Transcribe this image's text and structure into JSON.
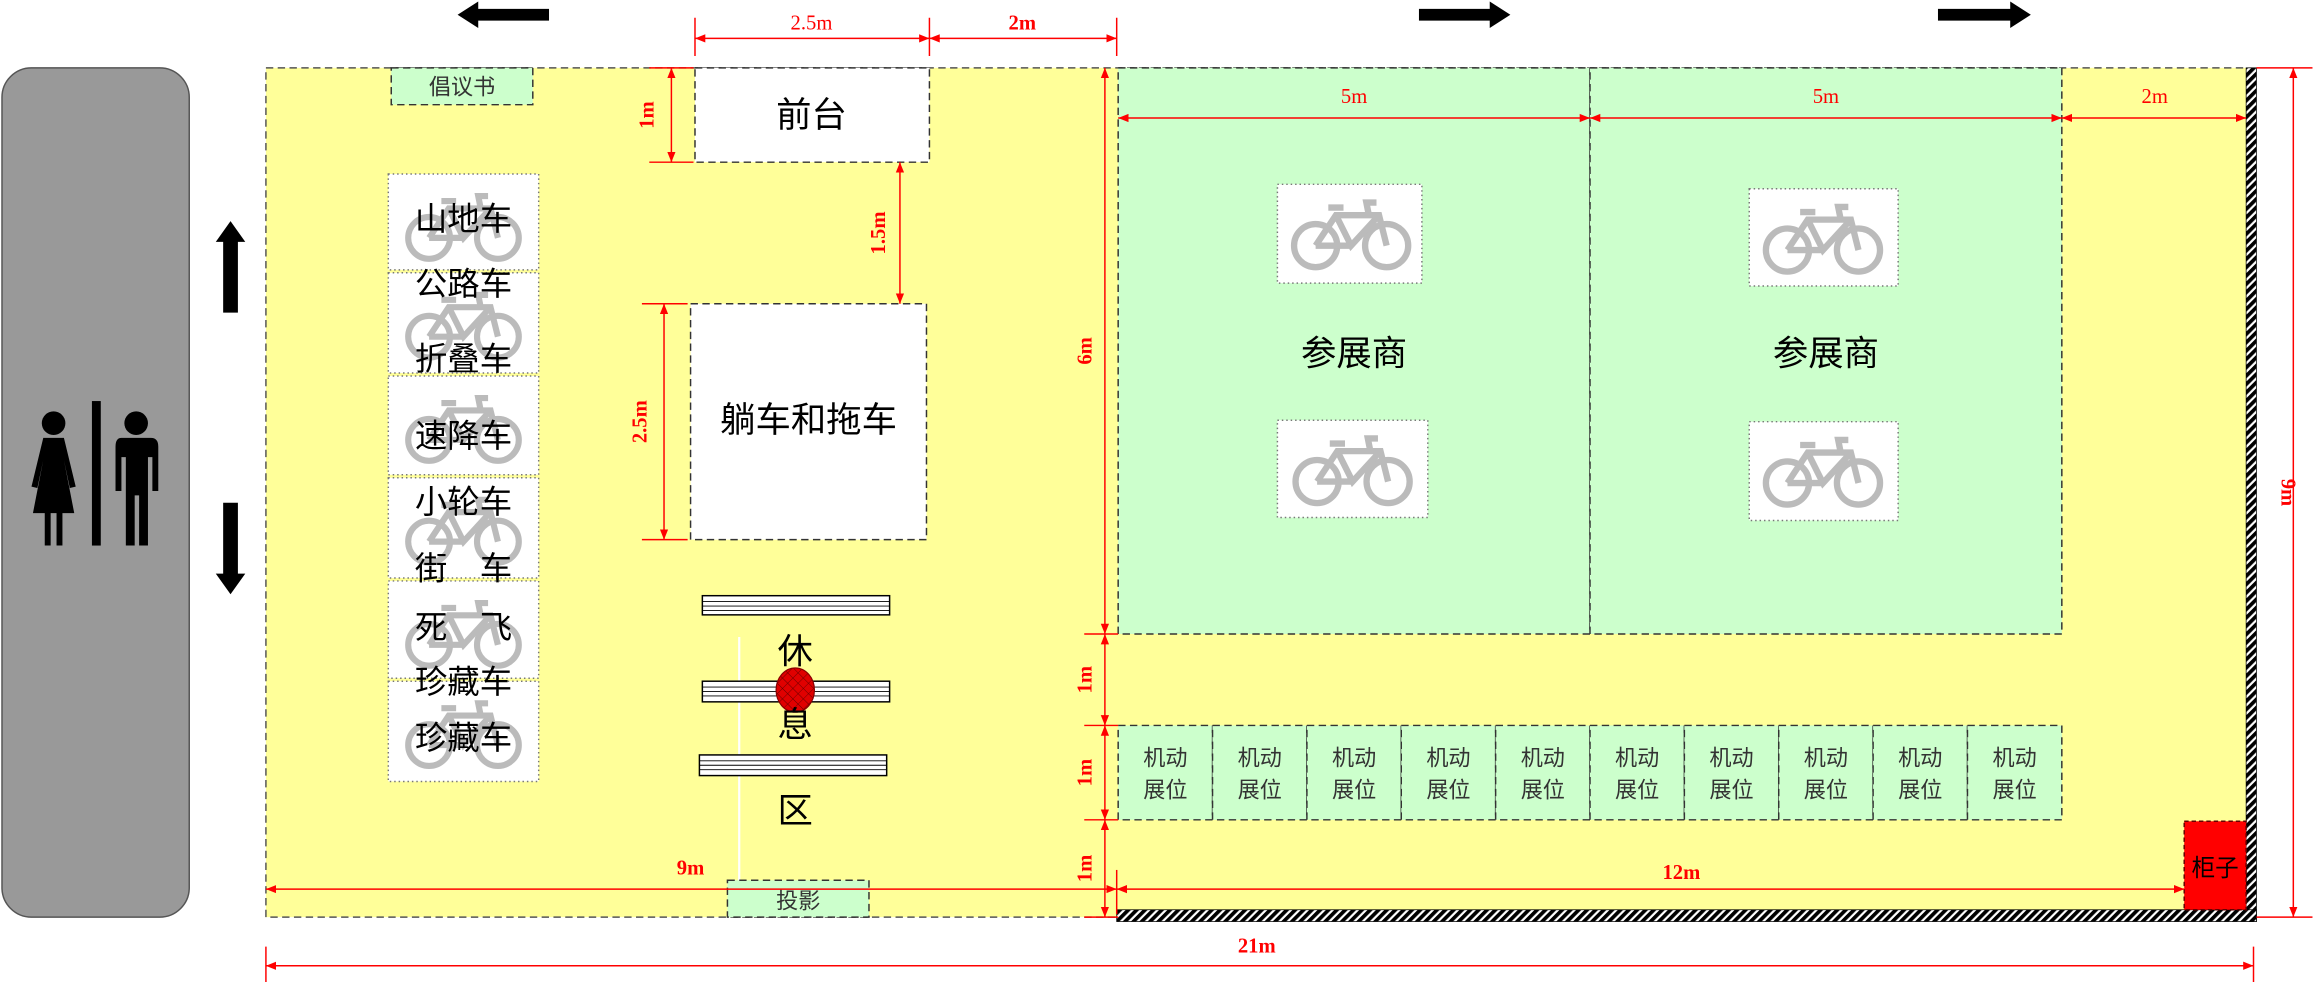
{
  "colors": {
    "floor": "#ffff99",
    "zone_green": "#ccffcc",
    "dimension": "#ff0000",
    "restroom": "#999999",
    "cabinet": "#ff0000",
    "bike_icon": "#bbbbbb"
  },
  "icons": {
    "restroom": "restroom-icon",
    "direction_arrows": [
      "arrow-left-icon",
      "arrow-right-icon",
      "arrow-right-icon",
      "arrow-up-icon",
      "arrow-down-icon"
    ],
    "bike": "bicycle-icon",
    "rest_table": "round-table-icon"
  },
  "zones": {
    "proposal": "倡议书",
    "front_desk": "前台",
    "recumbent": "躺车和拖车",
    "rest_area": [
      "休",
      "息",
      "区"
    ],
    "projection": "投影",
    "exhibitors": [
      "参展商",
      "参展商"
    ],
    "cabinet": "柜子"
  },
  "bike_categories": [
    "山地车",
    "公路车",
    "折叠车",
    "速降车",
    "小轮车",
    "街　车",
    "死　飞",
    "珍藏车",
    "珍藏车"
  ],
  "mobile_booth": {
    "count": 10,
    "line1": "机动",
    "line2": "展位"
  },
  "dimensions": {
    "front_desk_width": "2.5m",
    "aisle_width": "2m",
    "front_desk_depth": "1m",
    "desk_gap": "1.5m",
    "recumbent_depth": "2.5m",
    "exhibitor_depth": "6m",
    "gap_1": "1m",
    "booth_depth": "1m",
    "gap_2": "1m",
    "exhibitor_width_1": "5m",
    "exhibitor_width_2": "5m",
    "right_aisle": "2m",
    "total_depth": "9m",
    "left_width": "9m",
    "right_width": "12m",
    "total_width": "21m"
  }
}
